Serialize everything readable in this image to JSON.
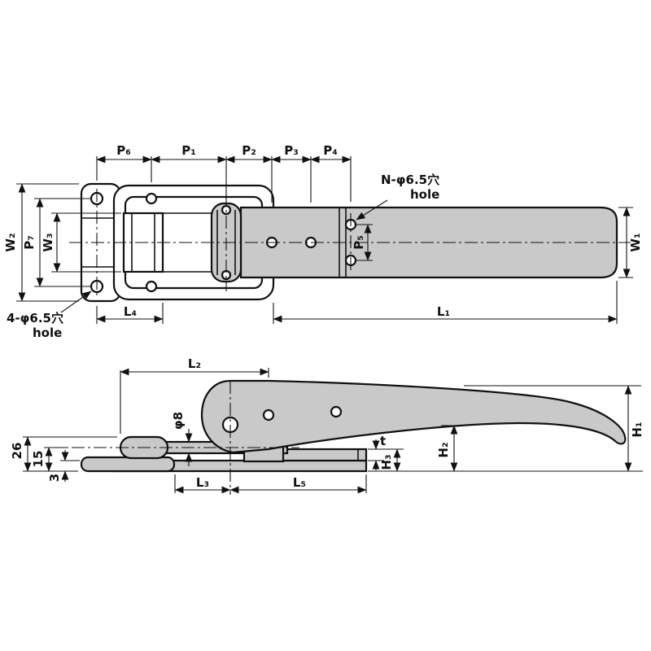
{
  "drawing": {
    "type": "engineering-dimension-drawing",
    "views": [
      "top-view",
      "side-view"
    ],
    "colors": {
      "part_fill": "#c9c9c9",
      "line": "#111111",
      "background": "#ffffff"
    },
    "top_view": {
      "dims": {
        "p6": "P₆",
        "p1": "P₁",
        "p2": "P₂",
        "p3": "P₃",
        "p4": "P₄",
        "p5": "P₅",
        "p7": "P₇",
        "w1": "W₁",
        "w2": "W₂",
        "w3": "W₃",
        "l1": "L₁",
        "l4": "L₄"
      },
      "callouts": {
        "n_hole": "N-φ6.5穴",
        "n_hole_sub": "hole",
        "four_hole": "4-φ6.5穴",
        "four_hole_sub": "hole"
      }
    },
    "side_view": {
      "dims": {
        "l2": "L₂",
        "l3": "L₃",
        "l5": "L₅",
        "h1": "H₁",
        "h2": "H₂",
        "h3": "H₃",
        "t": "t",
        "phi8": "φ8",
        "d26": "26",
        "d15": "15",
        "d3": "3"
      }
    }
  }
}
